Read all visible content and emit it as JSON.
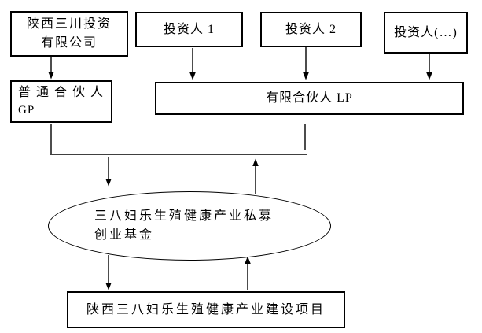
{
  "colors": {
    "line": "#000000",
    "text": "#000000",
    "background": "#ffffff"
  },
  "nodes": {
    "company": {
      "line1": "陕西三川投资",
      "line2": "有限公司"
    },
    "investor1": {
      "label": "投资人 1"
    },
    "investor2": {
      "label": "投资人 2"
    },
    "investor_more": {
      "label": "投资人(…)"
    },
    "gp": {
      "line1": "普通合伙人",
      "line2": "GP"
    },
    "lp": {
      "label": "有限合伙人 LP"
    },
    "fund": {
      "line1": "三八妇乐生殖健康产业私募",
      "line2": "创业基金"
    },
    "project": {
      "label": "陕西三八妇乐生殖健康产业建设项目"
    }
  },
  "edges": [
    {
      "from": "company",
      "to": "gp",
      "arrow": "down"
    },
    {
      "from": "investor1",
      "to": "lp",
      "arrow": "down"
    },
    {
      "from": "investor2",
      "to": "lp",
      "arrow": "down"
    },
    {
      "from": "investor_more",
      "to": "lp",
      "arrow": "down"
    },
    {
      "from": "gp_lp_junction",
      "to": "fund",
      "arrow": "down"
    },
    {
      "from": "fund",
      "to": "gp_lp_junction",
      "arrow": "up"
    },
    {
      "from": "fund",
      "to": "project",
      "arrow": "down"
    },
    {
      "from": "project",
      "to": "fund",
      "arrow": "up"
    }
  ]
}
